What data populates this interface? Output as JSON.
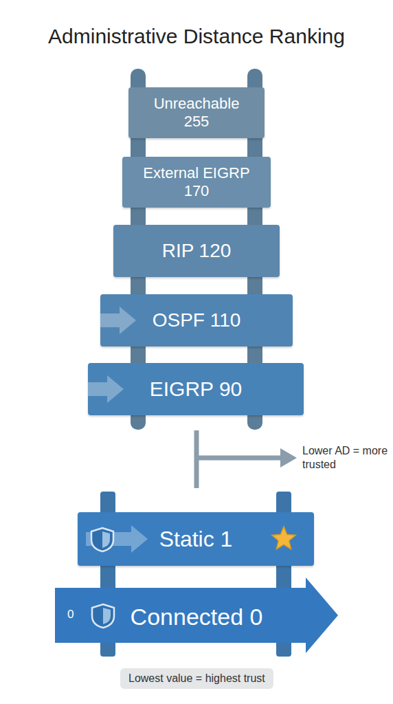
{
  "diagram": {
    "title": "Administrative Distance Ranking",
    "caption": "Lowest value = highest trust",
    "nodes": [
      {
        "text": [
          "Unreachable 255"
        ]
      },
      {
        "text": [
          "External EIGRP 170"
        ]
      },
      {
        "text": [
          "RIP 120"
        ]
      },
      {
        "text": [
          "OSPF 110"
        ]
      },
      {
        "text": [
          "EIGRP 90"
        ]
      },
      {
        "text": [
          "Static 1"
        ]
      },
      {
        "text": [
          "0",
          "Connected 0"
        ]
      }
    ],
    "labels": [
      "Lower AD = more trusted"
    ]
  }
}
